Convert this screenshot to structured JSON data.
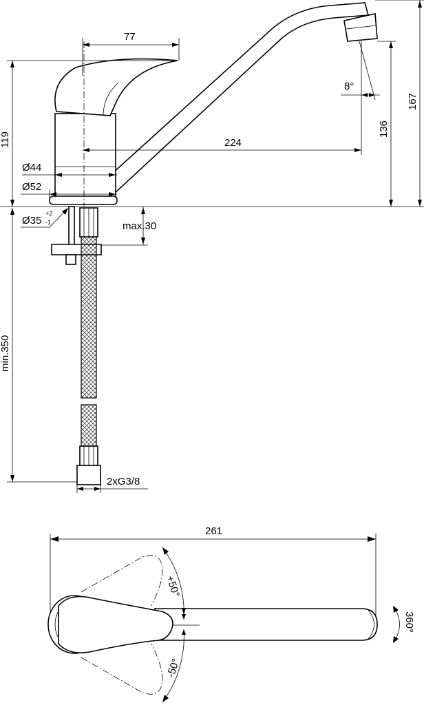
{
  "side_view": {
    "handle_reach": "77",
    "height_handle": "119",
    "height_total": "167",
    "spout_height": "136",
    "spout_reach": "224",
    "spout_angle": "8°",
    "body_diameter": "Ø44",
    "base_diameter": "Ø52",
    "hole_diameter": "Ø35",
    "hole_tol_plus": "+2",
    "hole_tol_minus": "-1",
    "deck_thickness": "max.30",
    "hose_length": "min.350",
    "connection": "2xG3/8"
  },
  "top_view": {
    "overall_length": "261",
    "swing_plus": "+50°",
    "swing_minus": "-50°",
    "rotation": "360°"
  }
}
